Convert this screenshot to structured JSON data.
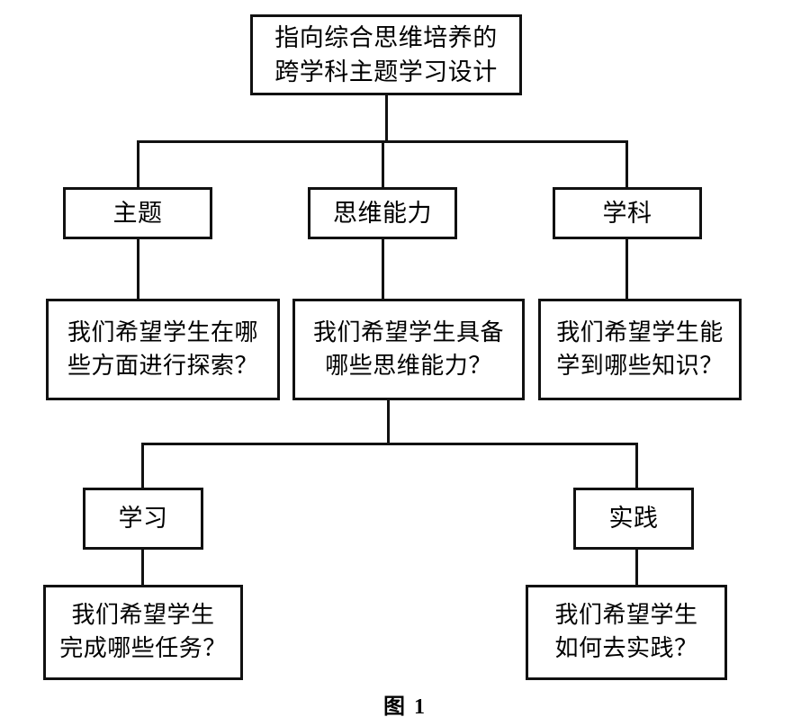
{
  "figure": {
    "caption": "图 1",
    "root": {
      "id": "root",
      "label": "指向综合思维培养的\n跨学科主题学习设计"
    },
    "branches": [
      {
        "id": "theme",
        "label": "主题",
        "question": "我们希望学生在哪\n些方面进行探索？"
      },
      {
        "id": "thinking",
        "label": "思维能力",
        "question": "我们希望学生具备\n哪些思维能力？"
      },
      {
        "id": "subject",
        "label": "学科",
        "question": "我们希望学生能\n学到哪些知识？"
      }
    ],
    "sub_branches": [
      {
        "id": "study",
        "label": "学习",
        "question": "我们希望学生\n完成哪些任务？"
      },
      {
        "id": "praxis",
        "label": "实践",
        "question": "我们希望学生\n如何去实践？"
      }
    ],
    "colors": {
      "stroke": "#111111",
      "background": "#ffffff",
      "text": "#000000"
    }
  }
}
